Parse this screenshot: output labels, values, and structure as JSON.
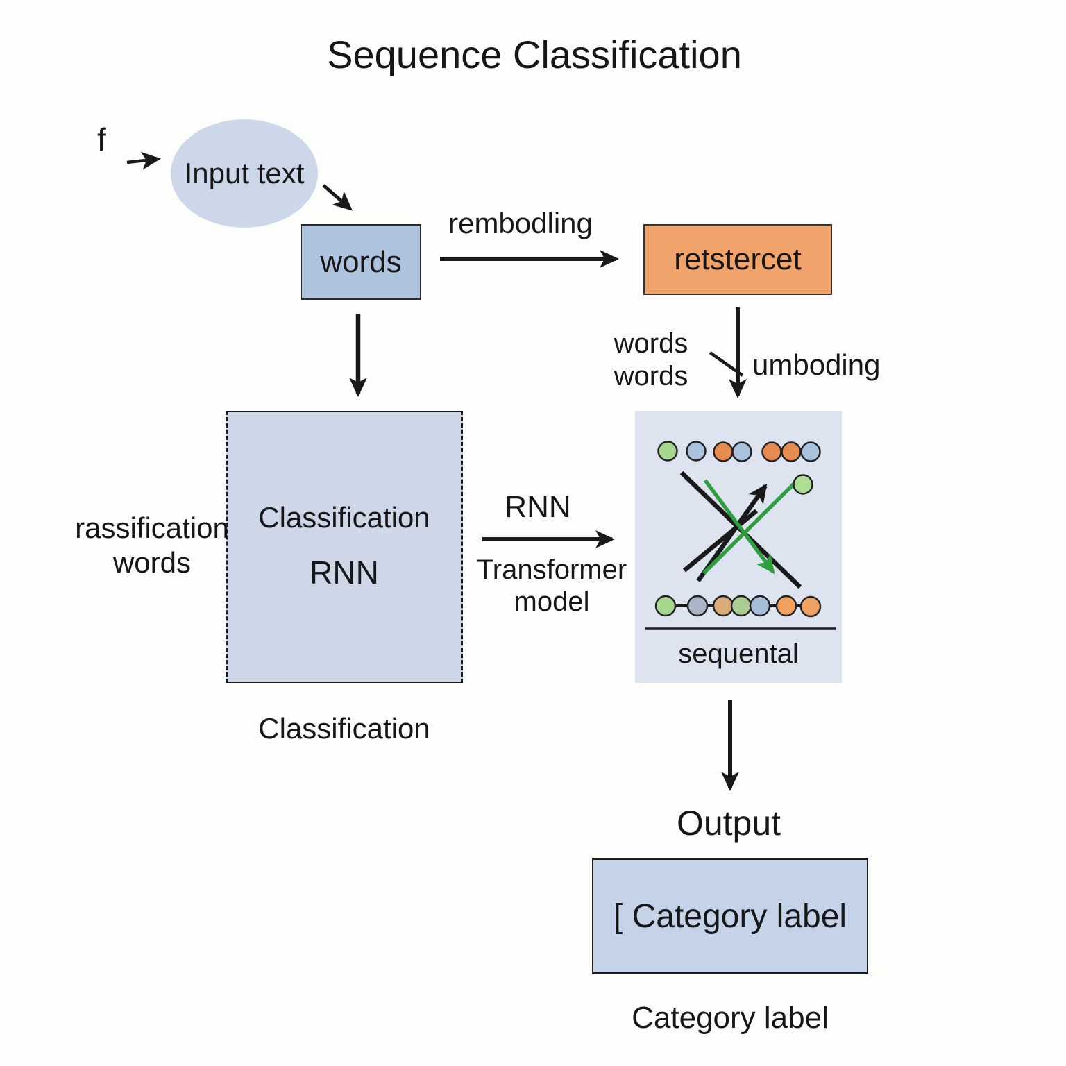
{
  "title": "Sequence Classification",
  "flow": {
    "f_label": "f",
    "input_ellipse": "Input text",
    "words_box": "words",
    "embedding_arrow_label": "rembodling",
    "embedding_box": "retstercet",
    "words_stack_line1": "words",
    "words_stack_line2": "words",
    "unembedding_label": "umboding",
    "classification_box_title": "Classification",
    "classification_box_model": "RNN",
    "left_caption_line1": "rassification",
    "left_caption_line2": "words",
    "classification_caption": "Classification",
    "model_arrow_label": "RNN",
    "model_arrow_sub1": "Transformer",
    "model_arrow_sub2": "model",
    "sequence_caption": "sequental",
    "output_label": "Output",
    "category_box": "[ Category label",
    "category_caption": "Category label"
  },
  "colors": {
    "ink": "#1a1a1a",
    "green_arrow": "#2f9e3f",
    "ellipse_fill": "#ccd8ea",
    "words_fill": "#aec3de",
    "embed_fill": "#f0a36b",
    "dashed_fill": "#cdd7e8",
    "panel_fill": "#dde4f0",
    "category_fill": "#c5d3e9",
    "green_node": "#aede93"
  },
  "panel": {
    "top_row_colors": [
      "#a5d78f",
      "#a9c3de",
      "#e78c50",
      "#a9c3de",
      "#e78c50",
      "#e78c50",
      "#a9c3de"
    ],
    "bottom_row_colors": [
      "#a5d78f",
      "#a9b5c6",
      "#dcab7c",
      "#a9cc92",
      "#a5bdd8",
      "#f0a25e",
      "#eea160"
    ]
  }
}
